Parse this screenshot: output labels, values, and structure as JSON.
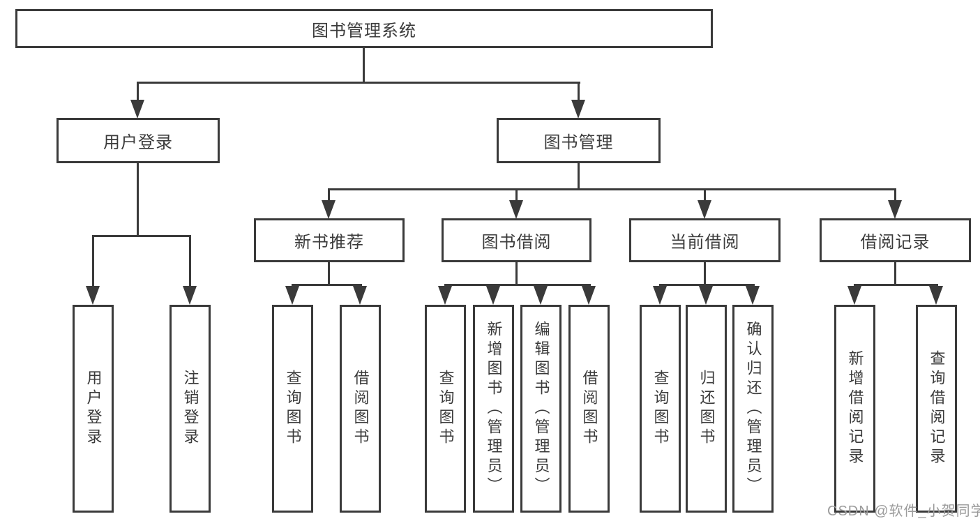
{
  "tree": {
    "label": "图书管理系统",
    "children": [
      {
        "label": "用户登录",
        "children": [
          {
            "label": "用户登录"
          },
          {
            "label": "注销登录"
          }
        ]
      },
      {
        "label": "图书管理",
        "children": [
          {
            "label": "新书推荐",
            "children": [
              {
                "label": "查询图书"
              },
              {
                "label": "借阅图书"
              }
            ]
          },
          {
            "label": "图书借阅",
            "children": [
              {
                "label": "查询图书"
              },
              {
                "label": "新增图书（管理员）"
              },
              {
                "label": "编辑图书（管理员）"
              },
              {
                "label": "借阅图书"
              }
            ]
          },
          {
            "label": "当前借阅",
            "children": [
              {
                "label": "查询图书"
              },
              {
                "label": "归还图书"
              },
              {
                "label": "确认归还（管理员）"
              }
            ]
          },
          {
            "label": "借阅记录",
            "children": [
              {
                "label": "新增借阅记录"
              },
              {
                "label": "查询借阅记录"
              }
            ]
          }
        ]
      }
    ]
  },
  "watermark": {
    "text": "CSDN @软件_小贺同学"
  },
  "colors": {
    "line": "#3a3a3a",
    "text": "#3b3b3b",
    "watermark": "#9b9b9b",
    "background": "#ffffff"
  }
}
